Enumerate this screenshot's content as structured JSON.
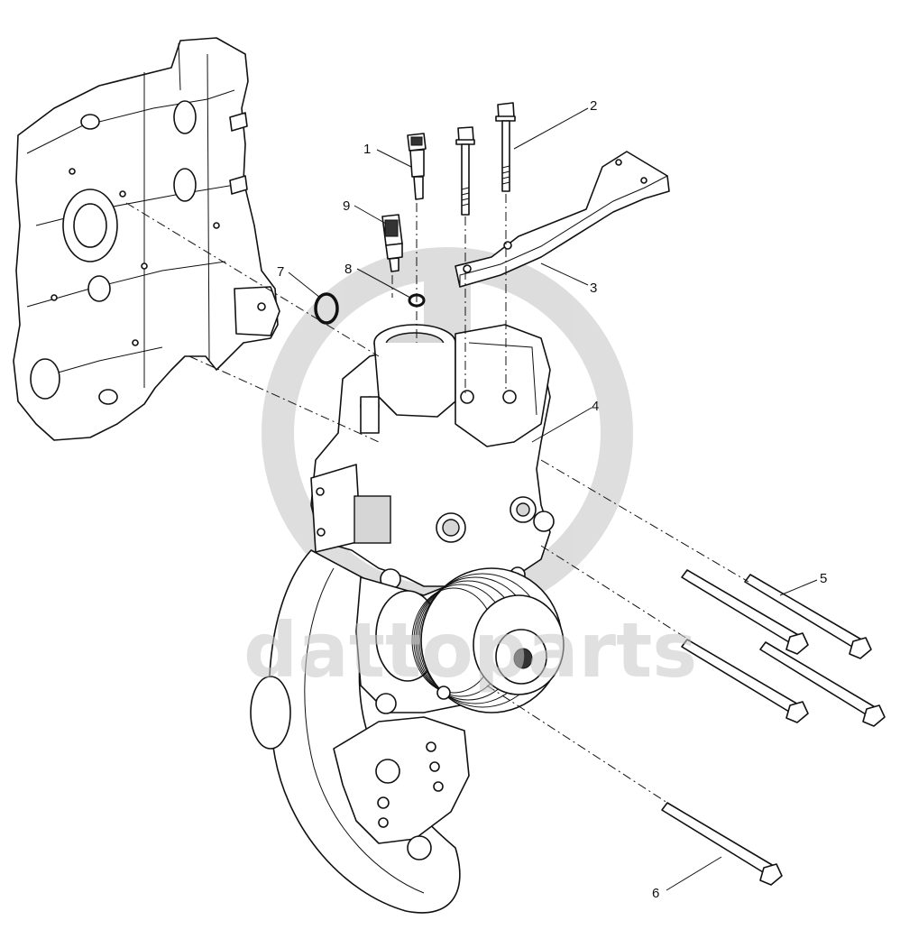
{
  "diagram": {
    "callouts": [
      {
        "id": "callout-1",
        "label": "1"
      },
      {
        "id": "callout-2",
        "label": "2"
      },
      {
        "id": "callout-3",
        "label": "3"
      },
      {
        "id": "callout-4",
        "label": "4"
      },
      {
        "id": "callout-5",
        "label": "5"
      },
      {
        "id": "callout-6",
        "label": "6"
      },
      {
        "id": "callout-7",
        "label": "7"
      },
      {
        "id": "callout-8",
        "label": "8"
      },
      {
        "id": "callout-9",
        "label": "9"
      }
    ],
    "watermark": {
      "text": "dattoparts",
      "color": "#c8c8c8"
    }
  }
}
